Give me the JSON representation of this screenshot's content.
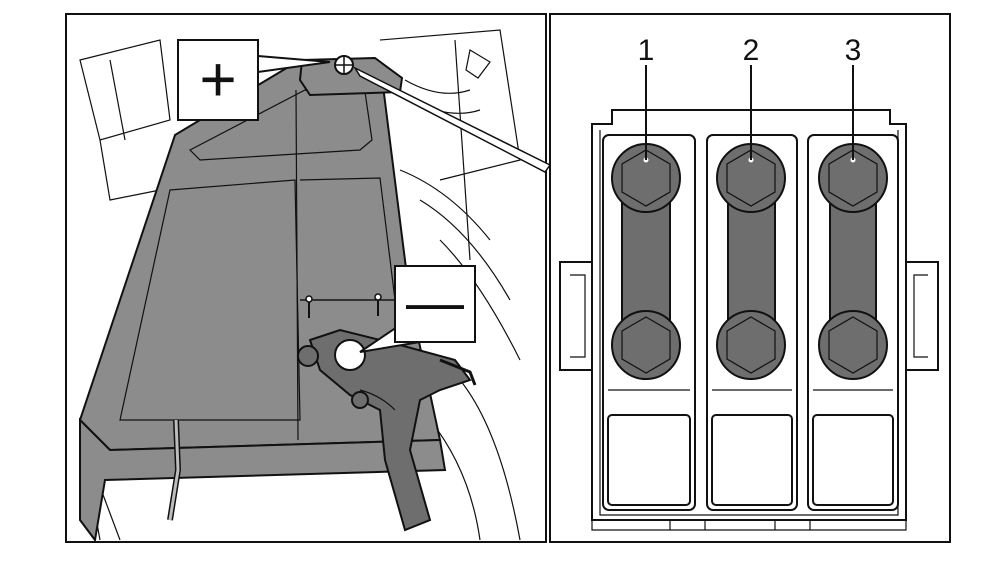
{
  "battery_view": {
    "positive_label": "+",
    "negative_label": "—",
    "positive_terminal_symbol": "⊕"
  },
  "fuse_box": {
    "fuses": [
      {
        "label": "1"
      },
      {
        "label": "2"
      },
      {
        "label": "3"
      }
    ]
  },
  "colors": {
    "battery_fill": "#8c8c8c",
    "fuse_fill": "#6e6e6e",
    "stroke": "#111111"
  }
}
